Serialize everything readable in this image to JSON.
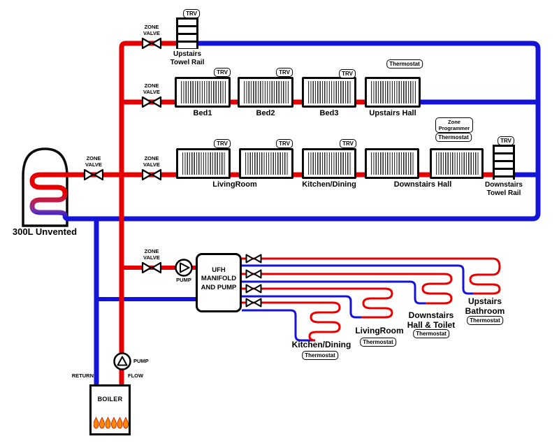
{
  "labels": {
    "zone_valve": "ZONE VALVE",
    "trv": "TRV",
    "thermostat": "Thermostat",
    "zone_programmer": "Zone Programmer",
    "pump": "PUMP",
    "return_pipe": "RETURN",
    "flow_pipe": "FLOW",
    "boiler": "BOILER",
    "cylinder": "300L Unvented",
    "manifold": "UFH MANIFOLD AND PUMP"
  },
  "upstairs_radiators": [
    "Bed1",
    "Bed2",
    "Bed3",
    "Upstairs Hall"
  ],
  "downstairs_radiators": [
    "LivingRoom",
    "Kitchen/Dining",
    "Downstairs Hall"
  ],
  "towel_rails": {
    "upstairs": "Upstairs Towel Rail",
    "downstairs": "Downstairs Towel Rail"
  },
  "ufh_loops": [
    "Kitchen/Dining",
    "LivingRoom",
    "Downstairs Hall & Toilet",
    "Upstairs Bathroom"
  ],
  "colors": {
    "flow_red": "#e60000",
    "return_blue": "#1414d8",
    "coil_purple": "#993399",
    "flame_orange": "#ff8800"
  }
}
